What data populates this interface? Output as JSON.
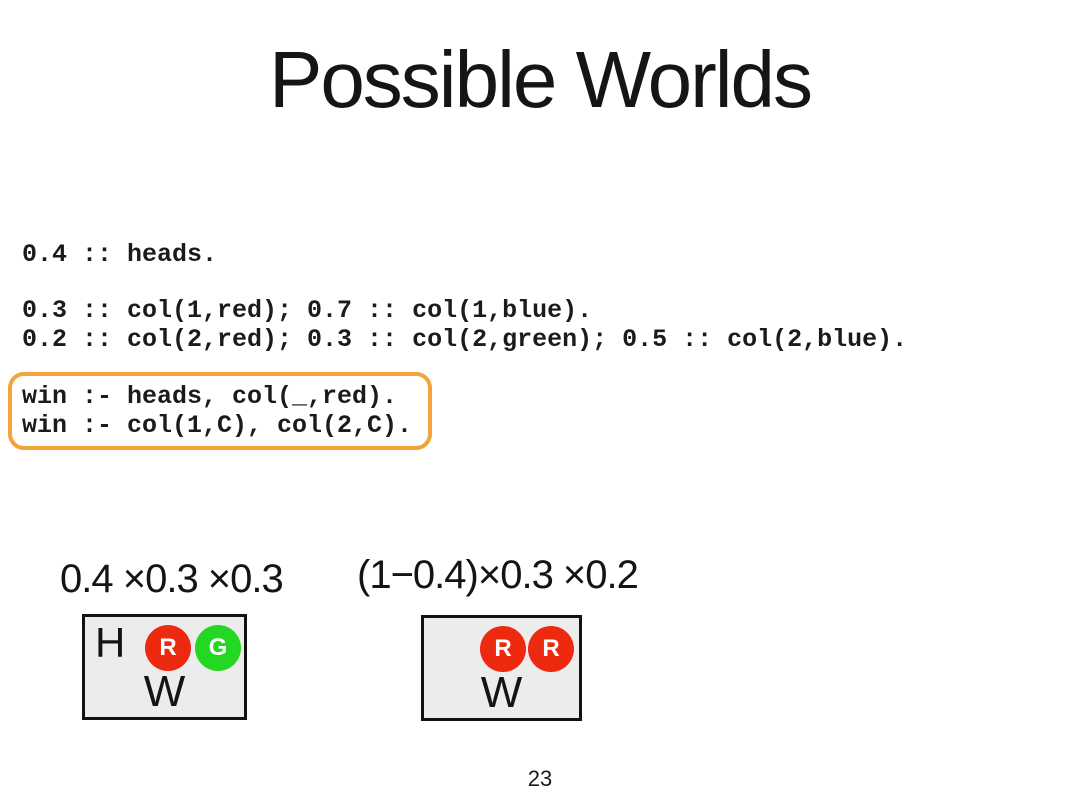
{
  "title": "Possible Worlds",
  "page_number": "23",
  "program": {
    "lines": [
      "0.4 :: heads.",
      "0.3 :: col(1,red); 0.7 :: col(1,blue).",
      "0.2 :: col(2,red); 0.3 :: col(2,green); 0.5 :: col(2,blue)."
    ],
    "win_rules": [
      "win :- heads, col(_,red).",
      "win :- col(1,C), col(2,C)."
    ]
  },
  "worlds": [
    {
      "probability_label": "0.4 ×0.3 ×0.3",
      "coin": "H",
      "balls": [
        {
          "letter": "R",
          "color": "#ed2a10"
        },
        {
          "letter": "G",
          "color": "#23d723"
        }
      ],
      "win_label": "W"
    },
    {
      "probability_label": "(1−0.4)×0.3 ×0.2",
      "coin": "",
      "balls": [
        {
          "letter": "R",
          "color": "#ed2a10"
        },
        {
          "letter": "R",
          "color": "#ed2a10"
        }
      ],
      "win_label": "W"
    }
  ],
  "colors": {
    "highlight_border": "#f2a33a",
    "ball_red": "#ed2a10",
    "ball_green": "#23d723",
    "world_box_bg": "#ececec"
  }
}
